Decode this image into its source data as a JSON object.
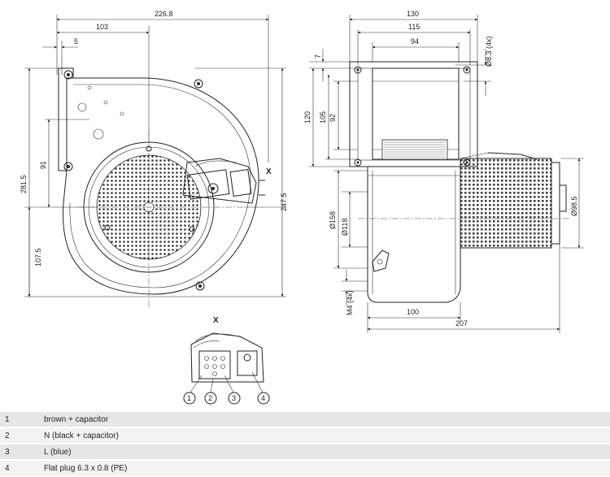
{
  "front_view": {
    "dimensions": {
      "overall_width": "226.8",
      "inlet_offset": "103",
      "flange_offset": "5",
      "overall_height": "281.5",
      "axis_to_flange": "91",
      "axis_to_bottom": "107.5",
      "axis_to_top": "247.5"
    },
    "section_marker": "X"
  },
  "side_view": {
    "dimensions": {
      "width_outer": "130",
      "width_mid": "115",
      "width_inner": "94",
      "hole_dia": "Ø8.3 (4x)",
      "flange_thk": "7",
      "height_outer": "120",
      "height_mid": "105",
      "height_inner": "92",
      "dia_large": "Ø158",
      "dia_small": "Ø118",
      "motor_dia": "Ø98.5",
      "thread": "M4 (4x)",
      "depth_housing": "100",
      "depth_total": "207"
    }
  },
  "detail": {
    "title": "X",
    "callouts": [
      "1",
      "2",
      "3",
      "4"
    ]
  },
  "legend": [
    {
      "num": "1",
      "desc": "brown + capacitor"
    },
    {
      "num": "2",
      "desc": "N (black + capacitor)"
    },
    {
      "num": "3",
      "desc": "L (blue)"
    },
    {
      "num": "4",
      "desc": "Flat plug 6.3 x 0.8 (PE)"
    }
  ]
}
